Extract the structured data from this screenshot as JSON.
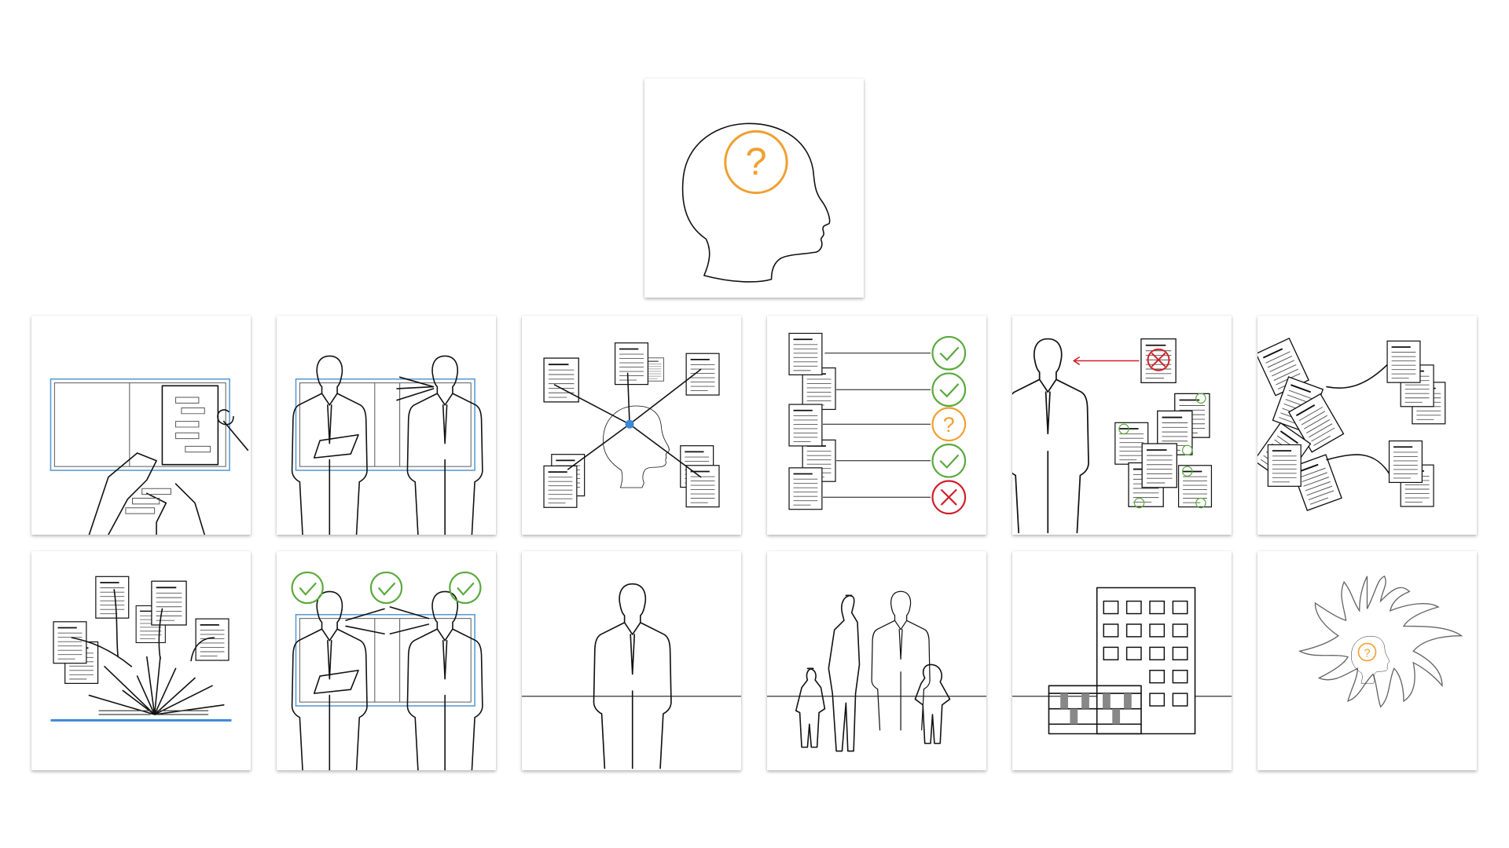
{
  "colors": {
    "question": "#f0a030",
    "check": "#5aaa3c",
    "cross": "#d0202a",
    "accent_blue": "#5b9bd5"
  },
  "cards": [
    {
      "id": "head-question",
      "icon": "head-question-icon"
    },
    {
      "id": "hands-sorting-notes",
      "icon": "hands-board-icon"
    },
    {
      "id": "two-men-talking",
      "icon": "two-men-icon"
    },
    {
      "id": "head-documents-network",
      "icon": "head-network-icon"
    },
    {
      "id": "documents-checklist",
      "icon": "checklist-icon"
    },
    {
      "id": "man-rejected-document",
      "icon": "man-reject-icon"
    },
    {
      "id": "documents-sorting",
      "icon": "documents-sort-icon"
    },
    {
      "id": "documents-into-book",
      "icon": "book-icon"
    },
    {
      "id": "two-men-approved",
      "icon": "two-men-check-icon"
    },
    {
      "id": "single-man",
      "icon": "man-icon"
    },
    {
      "id": "family",
      "icon": "family-icon"
    },
    {
      "id": "buildings",
      "icon": "building-icon"
    },
    {
      "id": "head-splash",
      "icon": "splash-head-icon"
    }
  ]
}
